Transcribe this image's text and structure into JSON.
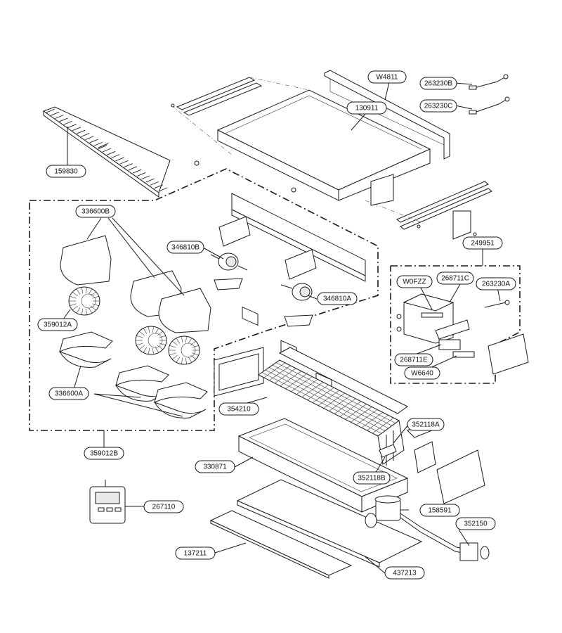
{
  "labels": {
    "l159830": "159830",
    "lW4811": "W4811",
    "l130911": "130911",
    "l263230B": "263230B",
    "l263230C": "263230C",
    "l336600B": "336600B",
    "l346810B": "346810B",
    "l346810A": "346810A",
    "l359012A": "359012A",
    "l336600A": "336600A",
    "l359012B": "359012B",
    "l249951": "249951",
    "lW0FZZ": "W0FZZ",
    "l268711C": "268711C",
    "l263230A": "263230A",
    "l268711E": "268711E",
    "lW6640": "W6640",
    "l354210": "354210",
    "l352118A": "352118A",
    "l330871": "330871",
    "l352118B": "352118B",
    "l267110": "267110",
    "l158591": "158591",
    "l352150": "352150",
    "l137211": "137211",
    "l437213": "437213"
  },
  "colors": {
    "line": "#1a1a1a",
    "fill": "#ffffff",
    "shade": "#e9e9e9"
  }
}
